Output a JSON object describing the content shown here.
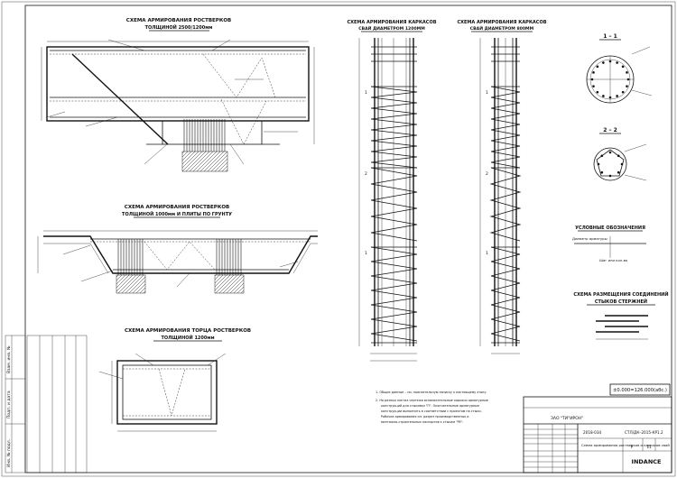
{
  "section_a": {
    "title": "СХЕМА АРМИРОВАНИЯ РОСТВЕРКОВ",
    "subtitle": "ТОЛЩИНОЙ 2500/1200мм"
  },
  "section_b": {
    "title": "СХЕМА АРМИРОВАНИЯ РОСТВЕРКОВ",
    "subtitle": "ТОЛЩИНОЙ 1000мм И ПЛИТЫ ПО ГРУНТУ"
  },
  "section_c": {
    "title": "СХЕМА АРМИРОВАНИЯ ТОРЦА РОСТВЕРКОВ",
    "subtitle": "ТОЛЩИНОЙ 1200мм"
  },
  "cage_120": {
    "title": "СХЕМА АРМИРОВАНИЯ КАРКАСОВ",
    "subtitle": "СВАЙ ДИАМЕТРОМ 1200ММ"
  },
  "cage_800": {
    "title": "СХЕМА АРМИРОВАНИЯ КАРКАСОВ",
    "subtitle": "СВАЙ ДИАМЕТРОМ 800ММ"
  },
  "sections": {
    "s1": "1 – 1",
    "s2": "2 – 2"
  },
  "legend": {
    "title": "УСЛОВНЫЕ ОБОЗНАЧЕНИЯ",
    "item1": "Диаметр арматуры",
    "item2": "Шаг или кол-во"
  },
  "splice": {
    "title": "СХЕМА РАЗМЕЩЕНИЯ СОЕДИНЕНИЙ",
    "subtitle": "СТЫКОВ СТЕРЖНЕЙ"
  },
  "elevation": "±0.000=126.000(абс.)",
  "notes": {
    "n1": "1. Общие данные – см. пояснительную записку к настоящему этапу.",
    "n2": "2. На разных листах чертежа вспомогательные каркасы арматурные",
    "n3": "конструкций для стыковки \"П\". Окончательные арматурные",
    "n4": "конструкции выполнить в соответствии с проектом на стыки.",
    "n5": "Рабочие армирования см. разрез производственных и",
    "n6": "монтажно-строительных паспортов к стыкам \"РЕ\"."
  },
  "title_block": {
    "org": "ЗАО \"ТИ\"ИРОН\"",
    "code": "2018-034",
    "doc": "СТЛ/ДК–2015-КР1.2",
    "stage": "Р",
    "sheet": "11",
    "company": "INDANCE",
    "sheet_name": "Схема армирования ростверков и каркасов свай"
  },
  "side_stamp": {
    "l1": "Взам. инв. №",
    "l2": "Подп. и дата",
    "l3": "Инв. № подл."
  }
}
